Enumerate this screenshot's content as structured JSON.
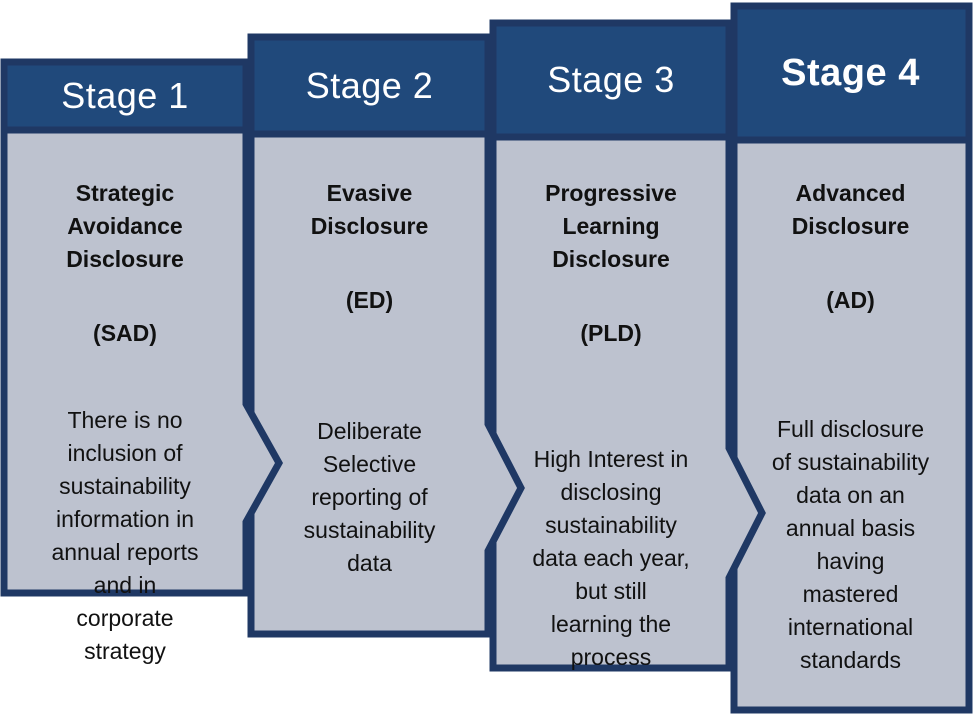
{
  "diagram": {
    "type": "staged-process-diagram",
    "topic": "Sustainability disclosure maturity stages",
    "colors": {
      "header_fill": "#20497B",
      "border": "#1F3864",
      "body_fill": "#BDC2CF",
      "header_text": "#FFFFFF",
      "body_text": "#111111",
      "background": "#FFFFFF"
    },
    "stages": [
      {
        "label": "Stage 1",
        "title": "Strategic\nAvoidance\nDisclosure",
        "abbr": "(SAD)",
        "description": "There is no\ninclusion of\nsustainability\ninformation in\nannual reports\nand in\ncorporate\nstrategy"
      },
      {
        "label": "Stage 2",
        "title": "Evasive\nDisclosure",
        "abbr": "(ED)",
        "description": "Deliberate\nSelective\nreporting of\nsustainability\ndata"
      },
      {
        "label": "Stage 3",
        "title": "Progressive\nLearning\nDisclosure",
        "abbr": "(PLD)",
        "description": "High Interest in\ndisclosing\nsustainability\ndata each year,\nbut still\nlearning the\nprocess"
      },
      {
        "label": "Stage 4",
        "title": "Advanced\nDisclosure",
        "abbr": "(AD)",
        "description": "Full disclosure\nof sustainability\ndata on an\nannual basis\nhaving\nmastered\ninternational\nstandards"
      }
    ]
  }
}
